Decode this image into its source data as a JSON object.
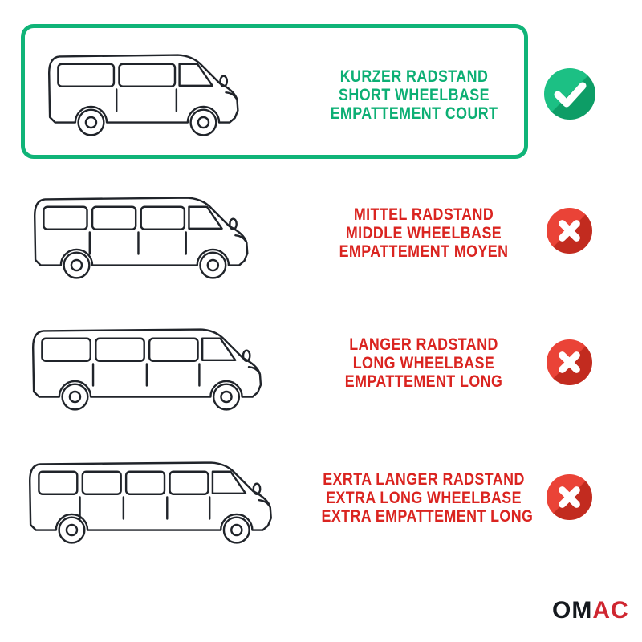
{
  "colors": {
    "accent_green": "#10b478",
    "accent_red": "#da2420",
    "badge_green": "#1cc084",
    "badge_red": "#ea4337"
  },
  "options": [
    {
      "name": "short-wheelbase",
      "selected": true,
      "status_icon": "check",
      "label_lines": [
        "KURZER RADSTAND",
        "SHORT WHEELBASE",
        "EMPATTEMENT COURT"
      ]
    },
    {
      "name": "middle-wheelbase",
      "selected": false,
      "status_icon": "cross",
      "label_lines": [
        "MITTEL RADSTAND",
        "MIDDLE WHEELBASE",
        "EMPATTEMENT MOYEN"
      ]
    },
    {
      "name": "long-wheelbase",
      "selected": false,
      "status_icon": "cross",
      "label_lines": [
        "LANGER RADSTAND",
        "LONG WHEELBASE",
        "EMPATTEMENT LONG"
      ]
    },
    {
      "name": "extra-long-wheelbase",
      "selected": false,
      "status_icon": "cross",
      "label_lines": [
        "EXRTA LANGER RADSTAND",
        "EXTRA LONG WHEELBASE",
        "EXTRA EMPATTEMENT LONG"
      ]
    }
  ],
  "logo": {
    "part1": "OM",
    "part2": "AC"
  }
}
